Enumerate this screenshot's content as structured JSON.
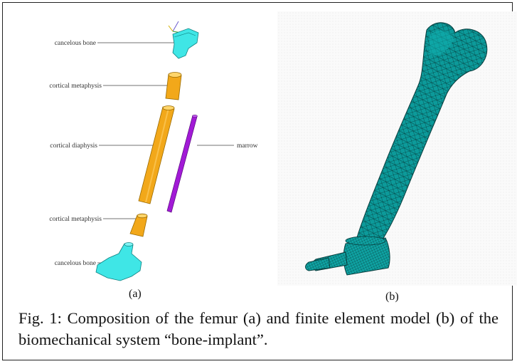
{
  "figure": {
    "panel_a": {
      "sublabel": "(a)",
      "labels": {
        "cancelous_top": "cancelous bone",
        "metaphysis_top": "cortical metaphysis",
        "diaphysis": "cortical diaphysis",
        "marrow": "marrow",
        "metaphysis_bottom": "cortical metaphysis",
        "cancelous_bottom": "cancelous bone"
      }
    },
    "panel_b": {
      "sublabel": "(b)"
    },
    "caption": "Fig. 1: Composition of the femur (a) and finite element model (b) of the biomechanical system “bone-implant”."
  },
  "colors": {
    "cancellous": "#3fe6e6",
    "cortical": "#f2a81a",
    "marrow": "#a21ad6",
    "mesh": "#0c9a9a",
    "mesh_line": "#083d3d"
  }
}
